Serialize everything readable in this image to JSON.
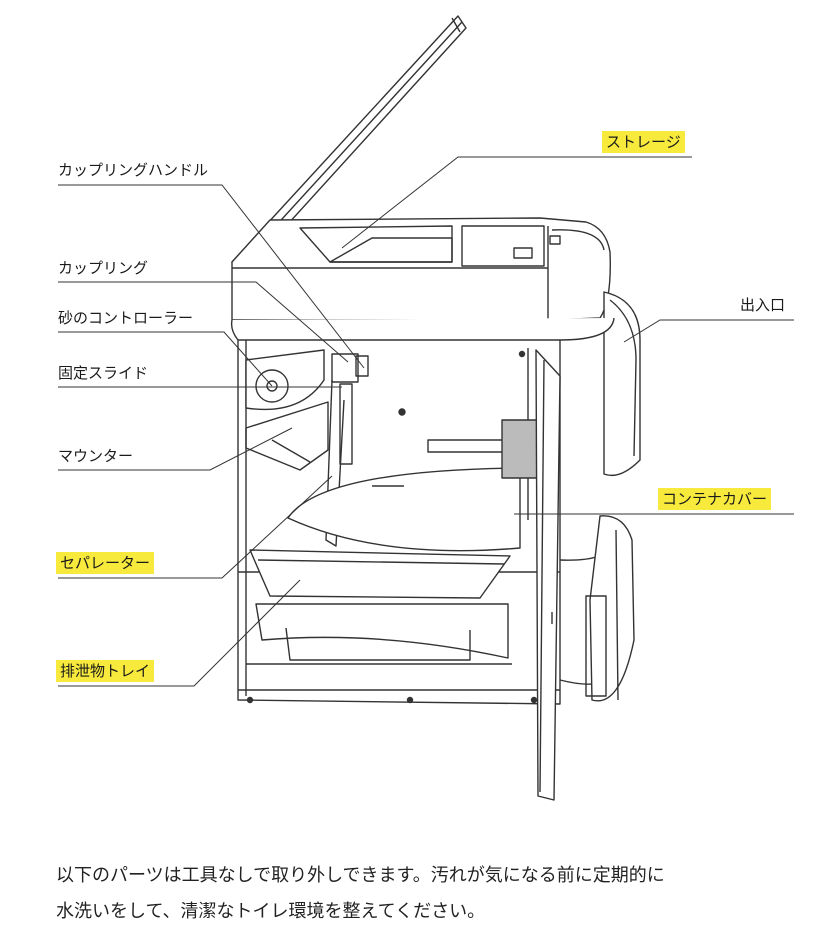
{
  "labels": {
    "storage": "ストレージ",
    "coupling_handle": "カップリングハンドル",
    "coupling": "カップリング",
    "sand_controller": "砂のコントローラー",
    "fixed_slide": "固定スライド",
    "mounter": "マウンター",
    "separator": "セパレーター",
    "waste_tray": "排泄物トレイ",
    "entrance": "出入口",
    "container_cover": "コンテナカバー"
  },
  "caption": {
    "line1": "以下のパーツは工具なしで取り外しできます。汚れが気になる前に定期的に",
    "line2": "水洗いをして、清潔なトイレ環境を整えてください。"
  },
  "colors": {
    "highlight": "#f7ea3c",
    "line": "#333333"
  }
}
